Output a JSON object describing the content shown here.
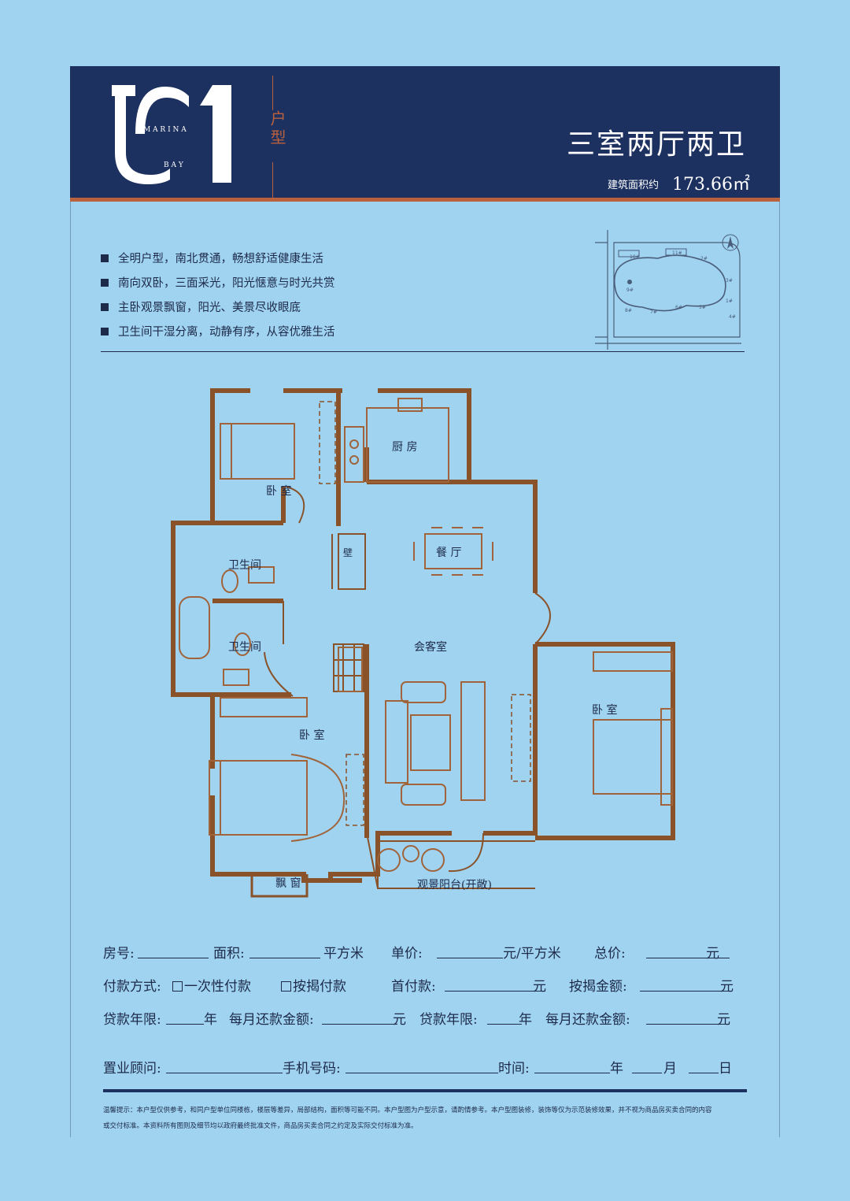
{
  "header": {
    "logo_letters": "U1",
    "logo_top_text": "M A R I N A",
    "logo_bottom_text": "B A Y",
    "type_label": "户型",
    "room_type": "三室两厅两卫",
    "area_label": "建筑面积约",
    "area_value": "173.66㎡"
  },
  "features": [
    "全明户型，南北贯通，畅想舒适健康生活",
    "南向双卧，三面采光，阳光惬意与时光共赏",
    "主卧观景飘窗，阳光、美景尽收眼底",
    "卫生间干湿分离，动静有序，从容优雅生活"
  ],
  "site_map": {
    "buildings": [
      "10#",
      "11#",
      "2#",
      "3#",
      "9#",
      "1#",
      "8#",
      "6#",
      "7#",
      "5#",
      "4#"
    ],
    "north": "N"
  },
  "plan": {
    "rooms": {
      "bedroom_nw": "卧 室",
      "kitchen": "厨 房",
      "dining": "餐 厅",
      "bath1": "卫生间",
      "bath2": "卫生间",
      "living": "会客室",
      "bedroom_sw": "卧 室",
      "bedroom_e": "卧 室",
      "bay_window": "飘 窗",
      "balcony": "观景阳台(开敞)",
      "shaft": "壁"
    }
  },
  "form": {
    "room_no": "房号:",
    "area": "面积:",
    "sqm": "平方米",
    "unit_price": "单价:",
    "yuan_per_sqm": "元/平方米",
    "total_price": "总价:",
    "yuan": "元",
    "payment_method": "付款方式:",
    "one_time": "一次性付款",
    "mortgage": "按揭付款",
    "down_payment": "首付款:",
    "mortgage_amount": "按揭金额:",
    "loan_years": "贷款年限:",
    "year": "年",
    "monthly": "每月还款金额:",
    "consultant": "置业顾问:",
    "phone": "手机号码:",
    "time": "时间:",
    "month": "月",
    "day": "日"
  },
  "disclaimer": [
    "温馨提示：本户型仅供参考，和同户型单位同楼栋，楼层等差异，局部结构，面积等可能不同。本户型图为户型示意，请酌情参考。本户型图装修，装饰等仅为示范装修效果，并不视为商品房买卖合同的内容",
    "或交付标准。本资料所有图则及细节均以政府最终批准文件，商品房买卖合同之约定及实际交付标准为准。"
  ],
  "colors": {
    "background": "#9fd3f0",
    "header_bg": "#1d3160",
    "accent": "#b9603d",
    "wall": "#8a5228",
    "furniture": "#a0633a"
  }
}
